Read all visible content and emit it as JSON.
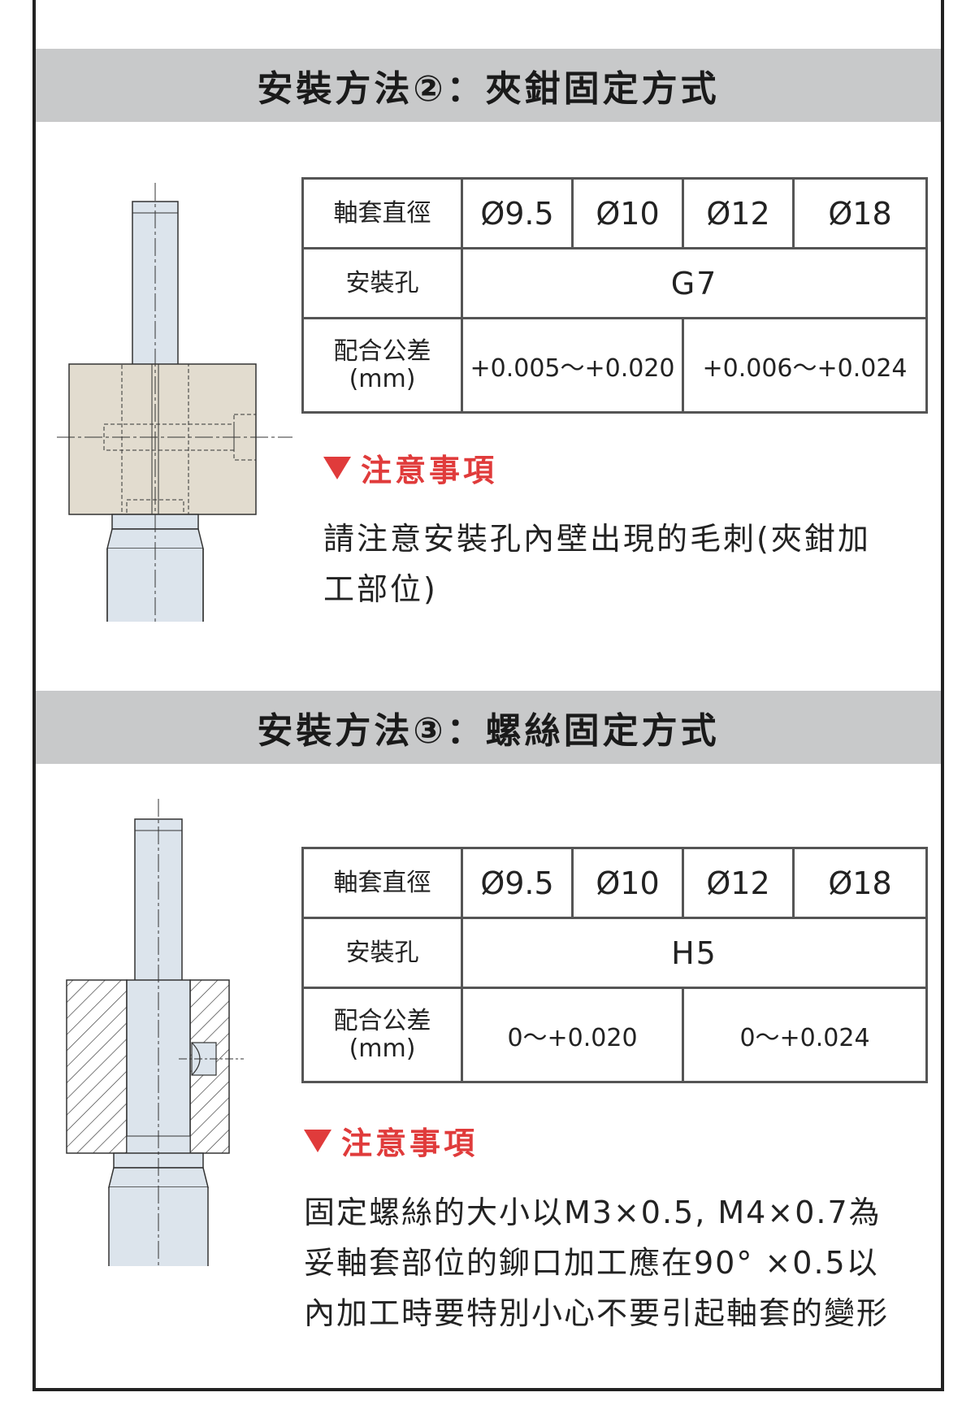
{
  "sections": [
    {
      "title": "安裝方法②：夾鉗固定方式",
      "table": {
        "row1_label": "軸套直徑",
        "diameters": [
          "Ø9.5",
          "Ø10",
          "Ø12",
          "Ø18"
        ],
        "row2_label": "安裝孔",
        "hole": "G7",
        "row3_label_line1": "配合公差",
        "row3_label_line2": "(mm)",
        "tolerances": [
          "+0.005～+0.020",
          "+0.006～+0.024"
        ]
      },
      "note_heading": "注意事項",
      "note_lines": [
        "請注意安裝孔內壁出現的毛刺(夾鉗加",
        "工部位)"
      ]
    },
    {
      "title": "安裝方法③：螺絲固定方式",
      "table": {
        "row1_label": "軸套直徑",
        "diameters": [
          "Ø9.5",
          "Ø10",
          "Ø12",
          "Ø18"
        ],
        "row2_label": "安裝孔",
        "hole": "H5",
        "row3_label_line1": "配合公差",
        "row3_label_line2": "(mm)",
        "tolerances": [
          "0～+0.020",
          "0～+0.024"
        ]
      },
      "note_heading": "注意事項",
      "note_lines": [
        "固定螺絲的大小以M3×0.5, M4×0.7為",
        "妥軸套部位的鉚口加工應在90° ×0.5以",
        "內加工時要特別小心不要引起軸套的變形"
      ]
    }
  ],
  "colors": {
    "title_band": "#c8c9ca",
    "note_red": "#e03b3b",
    "bushing_blue": "#dce4ec",
    "clamp_beige": "#e2dccf"
  }
}
